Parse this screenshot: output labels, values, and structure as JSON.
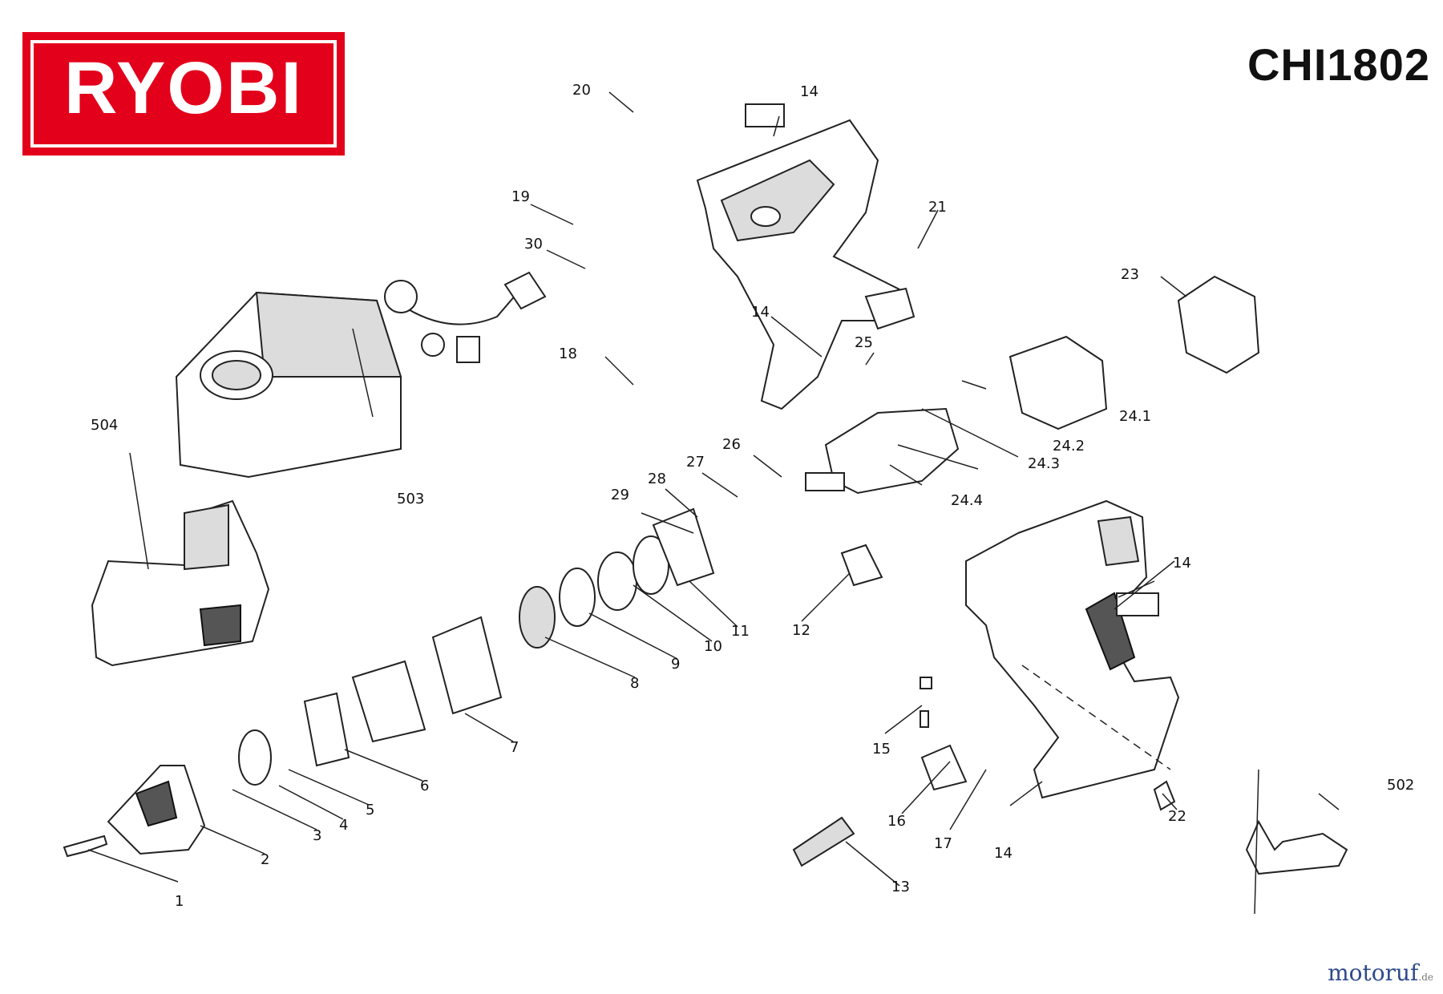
{
  "brand": {
    "logo_text": "RYOBI",
    "logo_color": "#e3001b"
  },
  "model": "CHI1802",
  "watermark": {
    "text": "motoruf",
    "suffix": ".de"
  },
  "callouts": {
    "c1": "1",
    "c2": "2",
    "c3": "3",
    "c4": "4",
    "c5": "5",
    "c6": "6",
    "c7": "7",
    "c8": "8",
    "c9": "9",
    "c10": "10",
    "c11": "11",
    "c12": "12",
    "c13": "13",
    "c14a": "14",
    "c14b": "14",
    "c14c": "14",
    "c14d": "14",
    "c15": "15",
    "c16": "16",
    "c17": "17",
    "c18": "18",
    "c19": "19",
    "c20": "20",
    "c21": "21",
    "c22": "22",
    "c23": "23",
    "c24_1": "24.1",
    "c24_2": "24.2",
    "c24_3": "24.3",
    "c24_4": "24.4",
    "c25": "25",
    "c26": "26",
    "c27": "27",
    "c28": "28",
    "c29": "29",
    "c30": "30",
    "c502": "502",
    "c503": "503",
    "c504": "504"
  }
}
